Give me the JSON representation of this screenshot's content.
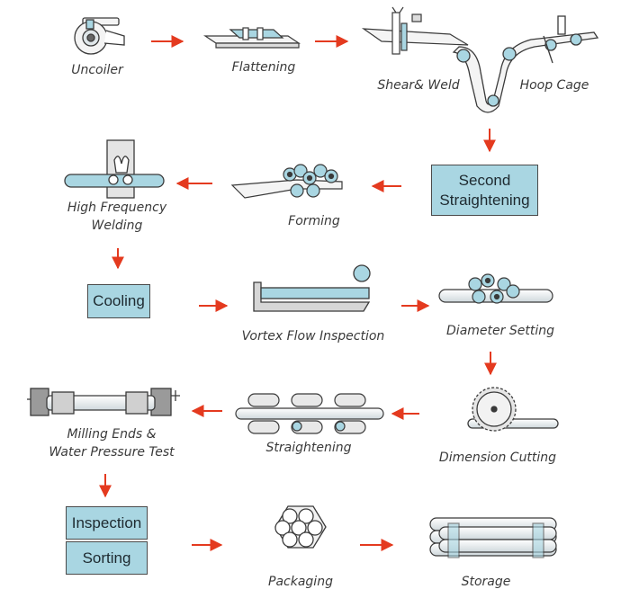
{
  "colors": {
    "arrow": "#e43a1f",
    "box_fill": "#a9d6e2",
    "outline": "#3a3a3a"
  },
  "steps": {
    "uncoiler": "Uncoiler",
    "flattening": "Flattening",
    "shear_weld": "Shear& Weld",
    "hoop_cage": "Hoop Cage",
    "second_straightening_1": "Second",
    "second_straightening_2": "Straightening",
    "forming": "Forming",
    "hf_welding_1": "High Frequency",
    "hf_welding_2": "Welding",
    "cooling": "Cooling",
    "vortex": "Vortex Flow Inspection",
    "diameter": "Diameter Setting",
    "cutting": "Dimension Cutting",
    "straightening": "Straightening",
    "milling_1": "Milling Ends &",
    "milling_2": "Water Pressure Test",
    "inspection": "Inspection",
    "sorting": "Sorting",
    "packaging": "Packaging",
    "storage": "Storage"
  },
  "icons": [
    "uncoiler-icon",
    "flattening-icon",
    "shear-weld-icon",
    "hoop-cage-icon",
    "forming-icon",
    "hf-welding-icon",
    "vortex-icon",
    "diameter-rollers-icon",
    "cutting-saw-icon",
    "straightening-rollers-icon",
    "milling-machine-icon",
    "pipe-bundle-icon",
    "storage-stack-icon"
  ]
}
